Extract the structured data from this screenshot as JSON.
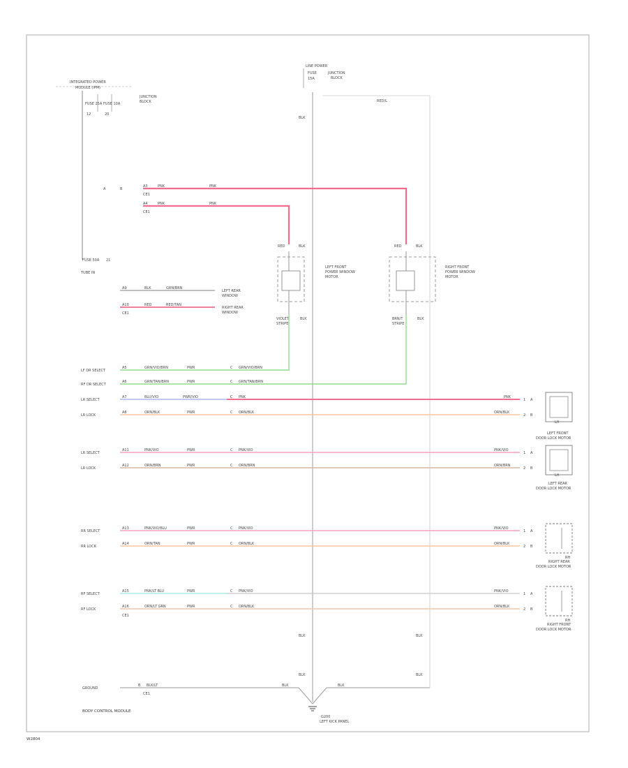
{
  "footer": {
    "code": "W2804"
  },
  "colors": {
    "frame": "#b9b9b9",
    "wire_black": "#9a9a9a",
    "wire_red": "#f36b8d",
    "wire_green": "#8fdc8f",
    "wire_orange": "#f5c7a3",
    "wire_blue": "#aab8ee",
    "wire_cyan": "#a8ecee",
    "wire_brown": "#d7b9a0",
    "wire_gray": "#c8c8c8",
    "component": "#7a7a7a"
  },
  "fuse_box_left": {
    "title_1": "INTEGRATED POWER",
    "title_2": "MODULE (IPM)",
    "fuse_a": "FUSE 25A",
    "fuse_b": "FUSE 10A",
    "fuse_a_num": "12",
    "fuse_b_num": "20",
    "junction_note_1": "JUNCTION",
    "junction_note_2": "BLOCK",
    "fuse_ref": "FUSE 50A",
    "pin": "21",
    "label": "TUBE IN"
  },
  "fuse_box_top": {
    "title": "LINE POWER",
    "fuse": "FUSE",
    "fuse_rating": "15A",
    "junction_1": "JUNCTION",
    "junction_2": "BLOCK",
    "wire_to_ground": "BLK",
    "wire_right": "RED/L"
  },
  "power_wires": {
    "wire_1_pin": "A3",
    "wire_1_color": "PNK",
    "wire_1_id": "CE1",
    "wire_2_pin": "A4",
    "wire_2_color": "PNK",
    "wire_2_id": "CE1",
    "connector_a": "A",
    "connector_b": "B",
    "out_1": "PNK",
    "out_2": "PNK"
  },
  "relay_left": {
    "top_left": "RED",
    "top_right": "BLK",
    "name_1": "LEFT FRONT",
    "name_2": "POWER WINDOW",
    "name_3": "MOTOR",
    "bottom_1": "VIOLET",
    "bottom_2": "STRIPE",
    "bottom_right": "BLK"
  },
  "relay_right": {
    "top_left": "RED",
    "top_right": "BLK",
    "name_1": "RIGHT FRONT",
    "name_2": "POWER WINDOW",
    "name_3": "MOTOR",
    "bottom_1": "BRN/T",
    "bottom_2": "STRIPE",
    "bottom_right": "BLK"
  },
  "side_wires": {
    "w1_pin": "A9",
    "w1_color": "BLK",
    "w1_label": "GRN/BRN",
    "w1_dest_1": "LEFT REAR",
    "w1_dest_2": "WINDOW",
    "w2_pin": "A10",
    "w2_color": "RED",
    "w2_label": "RED/TAN",
    "w2_id": "CE1",
    "w2_dest_1": "RIGHT REAR",
    "w2_dest_2": "WINDOW"
  },
  "module_rows": [
    {
      "label": "LF DR SELECT",
      "pin": "A5",
      "color": "GRN/VIO/BRN",
      "conn": "PWR",
      "pin2": "C",
      "color2": "GRN/VIO/BRN",
      "end_color": "",
      "end_pin": ""
    },
    {
      "label": "RF DR SELECT",
      "pin": "A6",
      "color": "GRN/TAN/BRN",
      "conn": "PWR",
      "pin2": "C",
      "color2": "GRN/TAN/BRN",
      "end_color": "",
      "end_pin": ""
    },
    {
      "label": "LR SELECT",
      "pin": "A7",
      "color": "BLU/VIO",
      "conn": "PWR/VIO",
      "pin2": "C",
      "color2": "PNK",
      "end_color": "PNK",
      "end_pin": "1"
    },
    {
      "label": "LR LOCK",
      "pin": "A8",
      "color": "ORN/BLK",
      "conn": "PWR",
      "pin2": "C",
      "color2": "ORN/BLK",
      "end_color": "ORN/BLK",
      "end_pin": "2"
    },
    {
      "label": "LR SELECT",
      "pin": "A11",
      "color": "PNK/VIO",
      "conn": "PWR",
      "pin2": "C",
      "color2": "PNK/VIO",
      "end_color": "PNK/VIO",
      "end_pin": "1"
    },
    {
      "label": "LR LOCK",
      "pin": "A12",
      "color": "ORN/BRN",
      "conn": "PWR",
      "pin2": "C",
      "color2": "ORN/BRN",
      "end_color": "ORN/BRN",
      "end_pin": "2"
    },
    {
      "label": "RR SELECT",
      "pin": "A13",
      "color": "PNK/VIO/BLU",
      "conn": "PWR",
      "pin2": "C",
      "color2": "PNK/VIO",
      "end_color": "PNK/VIO",
      "end_pin": "1"
    },
    {
      "label": "RR LOCK",
      "pin": "A14",
      "color": "ORN/TAN",
      "conn": "PWR",
      "pin2": "C",
      "color2": "ORN/BLK",
      "end_color": "ORN/BLK",
      "end_pin": "2"
    },
    {
      "label": "RF SELECT",
      "pin": "A15",
      "color": "PNK/LT BLU",
      "conn": "PWR",
      "pin2": "C",
      "color2": "PNK/VIO",
      "end_color": "PNK/VIO",
      "end_pin": "1"
    },
    {
      "label": "RF LOCK",
      "pin": "A16",
      "color": "ORN/LT GRN",
      "conn": "PWR",
      "pin2": "C",
      "color2": "ORN/BLK",
      "end_color": "ORN/BLK",
      "end_pin": "2"
    }
  ],
  "row_ids": {
    "r16": "CE1"
  },
  "motors": [
    {
      "name_1": "LEFT FRONT",
      "name_2": "DOOR LOCK MOTOR",
      "pin_a": "A",
      "pin_b": "B",
      "tag": "LH"
    },
    {
      "name_1": "LEFT REAR",
      "name_2": "DOOR LOCK MOTOR",
      "pin_a": "A",
      "pin_b": "B",
      "tag": "LH"
    },
    {
      "name_1": "RIGHT REAR",
      "name_2": "DOOR LOCK MOTOR",
      "pin_a": "A",
      "pin_b": "B",
      "tag": "RH"
    },
    {
      "name_1": "RIGHT FRONT",
      "name_2": "DOOR LOCK MOTOR",
      "pin_a": "A",
      "pin_b": "B",
      "tag": "RH"
    }
  ],
  "ground": {
    "left_label": "GROUND",
    "pin": "B",
    "color": "BLK/LT",
    "id": "CE1",
    "mid_wire": "BLK",
    "right_wire": "BLK",
    "wire_a": "BLK",
    "wire_b": "BLK",
    "wire_c": "BLK",
    "wire_d": "BLK",
    "symbol": "G200",
    "location": "LEFT KICK PANEL"
  },
  "module": {
    "name": "BODY CONTROL MODULE"
  }
}
